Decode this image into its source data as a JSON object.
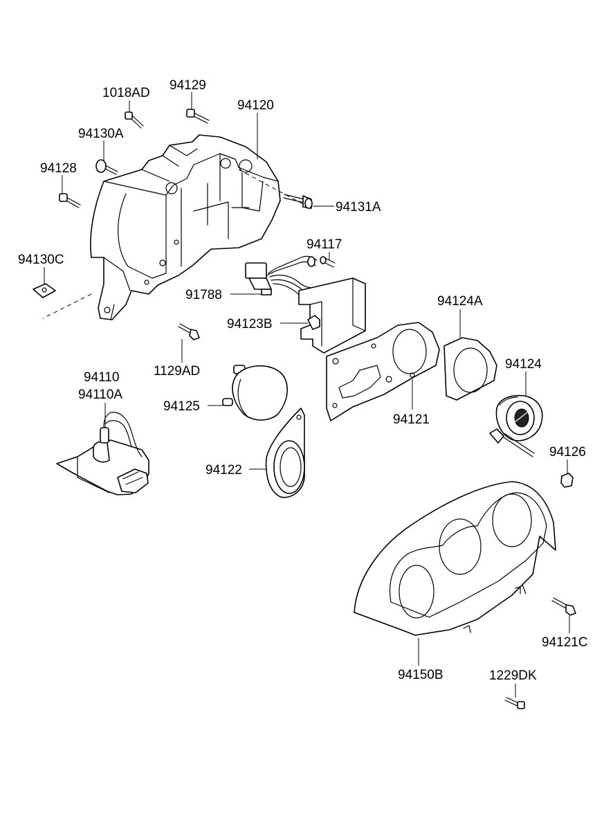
{
  "colors": {
    "ink": "#000000",
    "background": "#ffffff"
  },
  "labels": {
    "p1018AD": "1018AD",
    "p94129": "94129",
    "p94120": "94120",
    "p94130A": "94130A",
    "p94128": "94128",
    "p94131A": "94131A",
    "p94117": "94117",
    "p94130C": "94130C",
    "p91788": "91788",
    "p94124A": "94124A",
    "p94123B": "94123B",
    "p94124": "94124",
    "p1129AD": "1129AD",
    "p94110": "94110",
    "p94110A": "94110A",
    "p94125": "94125",
    "p94121": "94121",
    "p94126": "94126",
    "p94122": "94122",
    "p94121C": "94121C",
    "p94150B": "94150B",
    "p1229DK": "1229DK"
  }
}
